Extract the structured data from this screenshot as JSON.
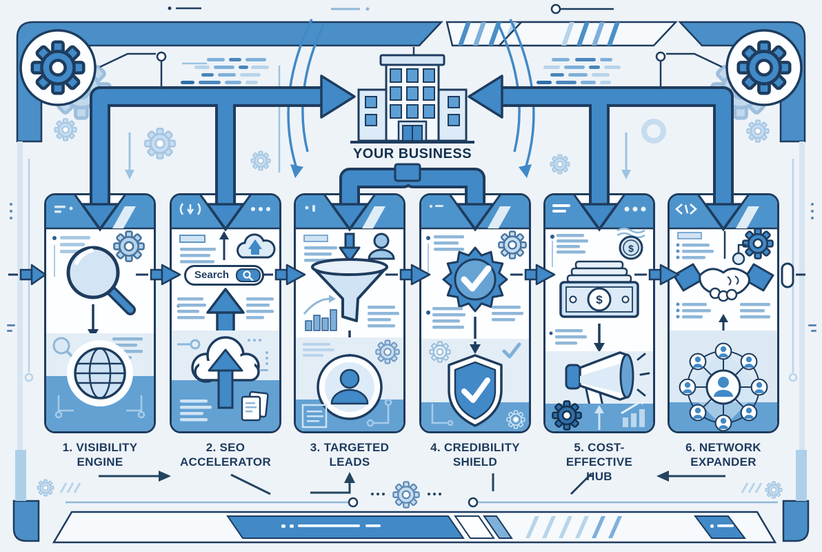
{
  "header": {
    "business_label": "YOUR BUSINESS"
  },
  "search": {
    "value": "Search"
  },
  "glyphs": {
    "dollar": "$"
  },
  "panels": [
    {
      "label_line1": "1. VISIBILITY",
      "label_line2": "ENGINE"
    },
    {
      "label_line1": "2. SEO",
      "label_line2": "ACCELERATOR"
    },
    {
      "label_line1": "3. TARGETED",
      "label_line2": "LEADS"
    },
    {
      "label_line1": "4. CREDIBILITY",
      "label_line2": "SHIELD"
    },
    {
      "label_line1": "5. COST-EFFECTIVE",
      "label_line2": "HUB"
    },
    {
      "label_line1": "6. NETWORK",
      "label_line2": "EXPANDER"
    }
  ],
  "colors": {
    "accent": "#4189c7",
    "outline": "#1e3c5e",
    "header_blue": "#4e94cc",
    "light_fill": "#cfe3f4",
    "tint": "#e3edf6",
    "footer_blue": "#63a1d3",
    "background": "#eef3f8"
  }
}
